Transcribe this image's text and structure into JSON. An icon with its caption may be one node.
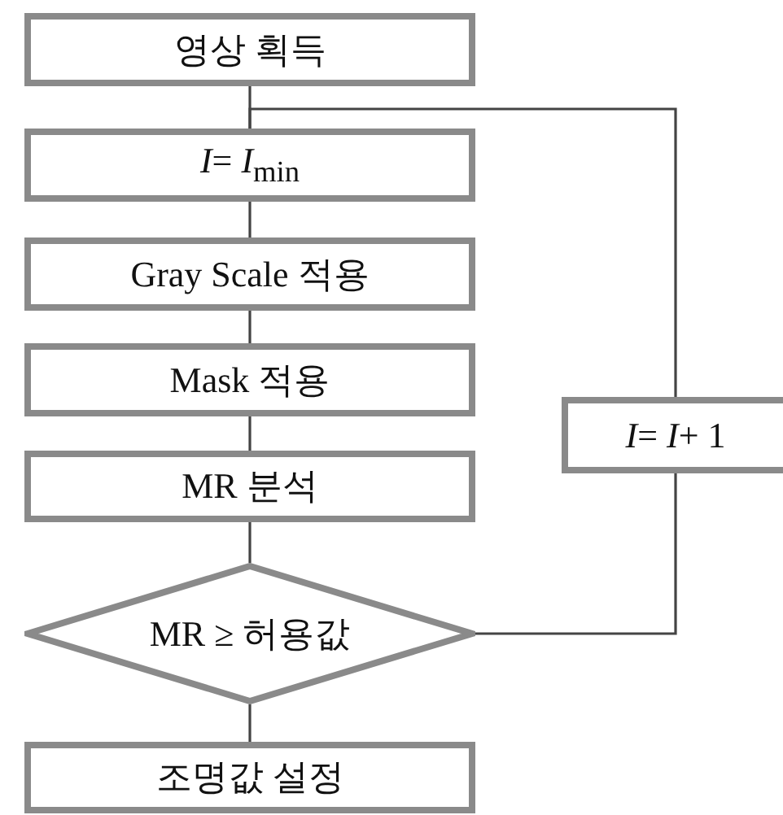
{
  "diagram": {
    "nodes": [
      {
        "text": [
          "영상 획득"
        ]
      },
      {
        "text": [
          "*I*= *I*$_{min}$"
        ]
      },
      {
        "text": [
          "Gray Scale 적용"
        ]
      },
      {
        "text": [
          "Mask 적용"
        ]
      },
      {
        "text": [
          "MR 분석"
        ]
      },
      {
        "text": [
          "MR ≥ 허용값"
        ]
      },
      {
        "text": [
          "조명값 설정"
        ]
      },
      {
        "text": [
          "*I*= *I*+ 1"
        ]
      }
    ],
    "edges": [
      {
        "from": 0,
        "to": 1,
        "arrow": "none"
      },
      {
        "from": 1,
        "to": 2,
        "arrow": "none"
      },
      {
        "from": 2,
        "to": 3,
        "arrow": "none"
      },
      {
        "from": 3,
        "to": 4,
        "arrow": "none"
      },
      {
        "from": 4,
        "to": 5,
        "arrow": "none"
      },
      {
        "from": 5,
        "to": 6,
        "arrow": "none"
      },
      {
        "from": 5,
        "to": 7,
        "arrow": "none"
      },
      {
        "from": 7,
        "to": 1,
        "arrow": "none"
      }
    ]
  }
}
